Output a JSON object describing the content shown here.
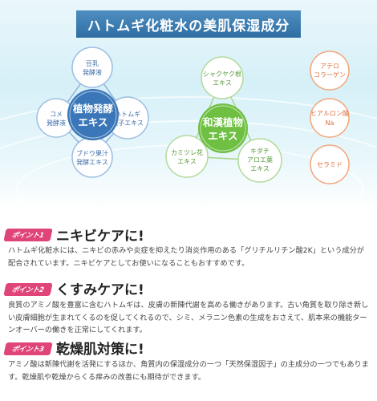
{
  "title": "ハトムギ化粧水の美肌保湿成分",
  "diagram": {
    "plant_center": [
      "植物発酵",
      "エキス"
    ],
    "plant_items": [
      {
        "lines": [
          "豆乳",
          "発酵液"
        ]
      },
      {
        "lines": [
          "ハトムギ",
          "種子エキス"
        ]
      },
      {
        "lines": [
          "ブドウ果汁",
          "発酵エキス"
        ]
      },
      {
        "lines": [
          "コメ",
          "発酵液"
        ]
      }
    ],
    "herb_center": [
      "和漢植物",
      "エキス"
    ],
    "herb_items": [
      {
        "lines": [
          "シャクヤク根",
          "エキス"
        ]
      },
      {
        "lines": [
          "キダチ",
          "アロエ葉",
          "エキス"
        ]
      },
      {
        "lines": [
          "カミツレ花",
          "エキス"
        ]
      }
    ],
    "other_items": [
      {
        "lines": [
          "アテロ",
          "コラーゲン"
        ]
      },
      {
        "lines": [
          "ヒアルロン酸",
          "Na"
        ]
      },
      {
        "lines": [
          "セラミド"
        ]
      }
    ]
  },
  "sections": [
    {
      "badge": "ポイント1",
      "title": "ニキビケアに!",
      "body": "ハトムギ化粧水には、ニキビの赤みや炎症を抑えたり消炎作用のある「グリチルリチン酸2K」という成分が配合されています。ニキビケアとしてお使いになることもおすすめです。"
    },
    {
      "badge": "ポイント2",
      "title": "くすみケアに!",
      "body": "良質のアミノ酸を豊富に含むハトムギは、皮膚の新陳代謝を高める働きがあります。古い角質を取り除き新しい皮膚細胞が生まれてくるのを促してくれるので、シミ、メラニン色素の生成をおさえて、肌本来の機能ターンオーバーの働きを正常にしてくれます。"
    },
    {
      "badge": "ポイント3",
      "title": "乾燥肌対策に!",
      "body": "アミノ酸は新陳代謝を活発にするほか、角質内の保湿成分の一つ「天然保湿因子」の主成分の一つでもあります。乾燥肌や乾燥からくる痒みの改善にも期待ができます。"
    }
  ]
}
